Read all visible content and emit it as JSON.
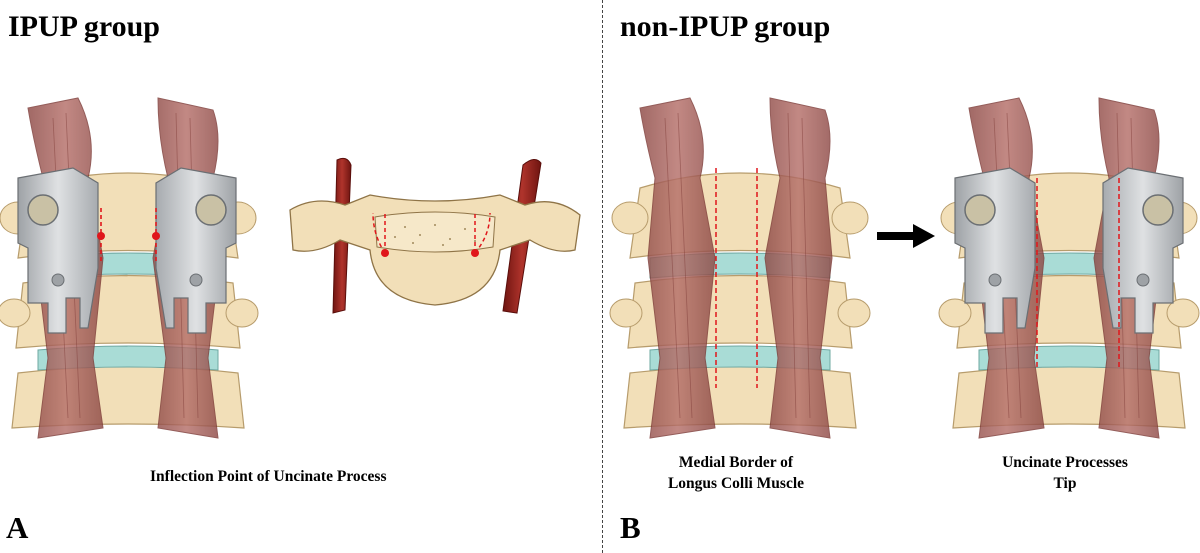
{
  "panel_a": {
    "title": "IPUP group",
    "letter": "A",
    "caption": "Inflection Point of Uncinate Process"
  },
  "panel_b": {
    "title": "non-IPUP group",
    "letter": "B",
    "caption_left": [
      "Medial Border of",
      "Longus Colli Muscle"
    ],
    "caption_right": [
      "Uncinate Processes",
      "Tip"
    ]
  },
  "colors": {
    "muscle": "#a7615c",
    "muscle_dark": "#7d3a36",
    "bone": "#f2dfb8",
    "bone_edge": "#b79c6c",
    "disc": "#a9dcd6",
    "retractor": "#b8bcbf",
    "vessel": "#8e1f1a",
    "marker": "#e0161b"
  },
  "icons": {
    "arrow": "right-arrow-icon"
  }
}
